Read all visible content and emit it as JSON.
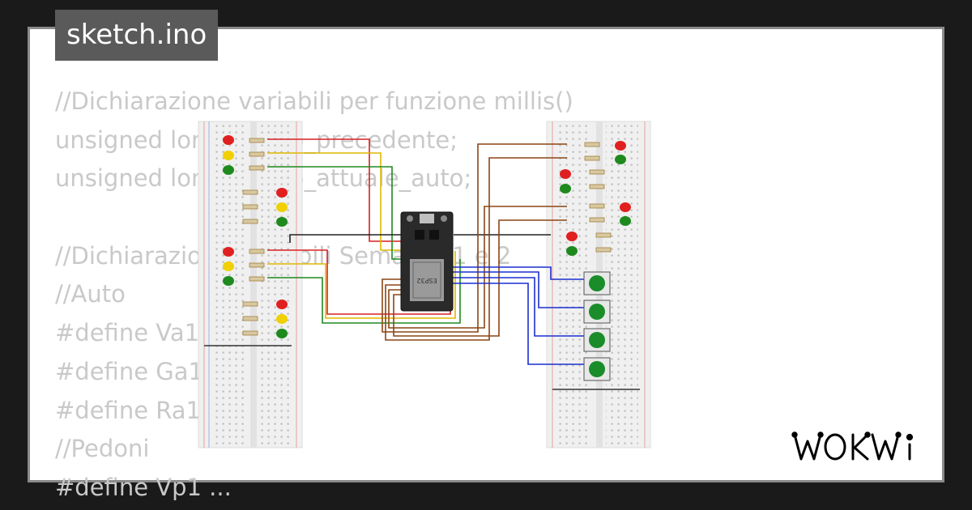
{
  "header": {
    "filename": "sketch.ino"
  },
  "editor": {
    "code_lines": [
      "//Dichiarazione variabili per funzione millis()",
      "unsigned long tempo_precedente;",
      "unsigned long tempo_attuale_auto;",
      "",
      "//Dichiarazione variabili Semafori 1 e 2",
      "//Auto",
      "#define Va1 ...",
      "#define Ga1 ...",
      "#define Ra1 ...",
      "//Pedoni",
      "#define Vp1 ..."
    ]
  },
  "circuit": {
    "board_label": "ESP32",
    "icons": [
      "breadboard-left",
      "breadboard-right",
      "esp32-board",
      "traffic-led-group",
      "pushbutton"
    ]
  },
  "brand": {
    "logo_text": "WOKWi"
  },
  "colors": {
    "background": "#1a1a1a",
    "card": "#ffffff",
    "tab": "#5a5a5a",
    "code_text": "#c9c9c9",
    "wire_red": "#d92020",
    "wire_yellow": "#e0b800",
    "wire_green": "#1e8a1e",
    "wire_brown": "#8b4513",
    "wire_blue": "#1a2fd0",
    "button_green": "#1a8c2a"
  }
}
